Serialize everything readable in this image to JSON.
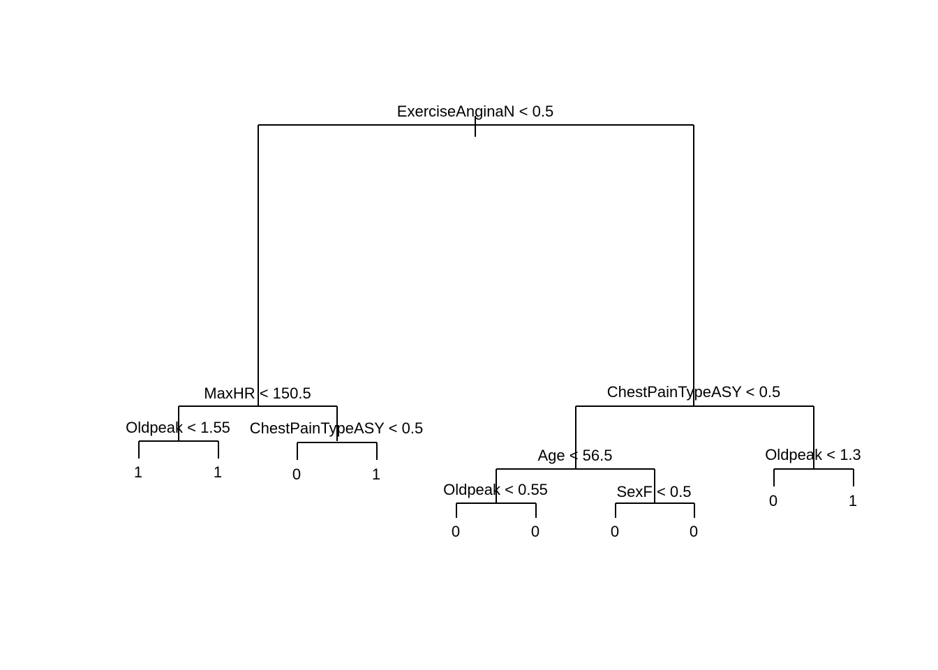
{
  "tree": {
    "nodes": [
      {
        "id": "root",
        "label": "ExerciseAnginaN < 0.5"
      },
      {
        "id": "n-maxhr",
        "label": "MaxHR < 150.5"
      },
      {
        "id": "n-chestpain-right",
        "label": "ChestPainTypeASY < 0.5"
      },
      {
        "id": "n-oldpeak-155",
        "label": "Oldpeak < 1.55"
      },
      {
        "id": "n-chestpain-left",
        "label": "ChestPainTypeASY < 0.5"
      },
      {
        "id": "n-age",
        "label": "Age < 56.5"
      },
      {
        "id": "n-oldpeak-13",
        "label": "Oldpeak < 1.3"
      },
      {
        "id": "n-oldpeak-055",
        "label": "Oldpeak < 0.55"
      },
      {
        "id": "n-sexf",
        "label": "SexF < 0.5"
      }
    ],
    "leaves": [
      {
        "id": "leaf-1",
        "value": "1"
      },
      {
        "id": "leaf-2",
        "value": "1"
      },
      {
        "id": "leaf-3",
        "value": "0"
      },
      {
        "id": "leaf-4",
        "value": "1"
      },
      {
        "id": "leaf-5",
        "value": "0"
      },
      {
        "id": "leaf-6",
        "value": "0"
      },
      {
        "id": "leaf-7",
        "value": "0"
      },
      {
        "id": "leaf-8",
        "value": "0"
      },
      {
        "id": "leaf-9",
        "value": "0"
      },
      {
        "id": "leaf-10",
        "value": "1"
      }
    ]
  }
}
